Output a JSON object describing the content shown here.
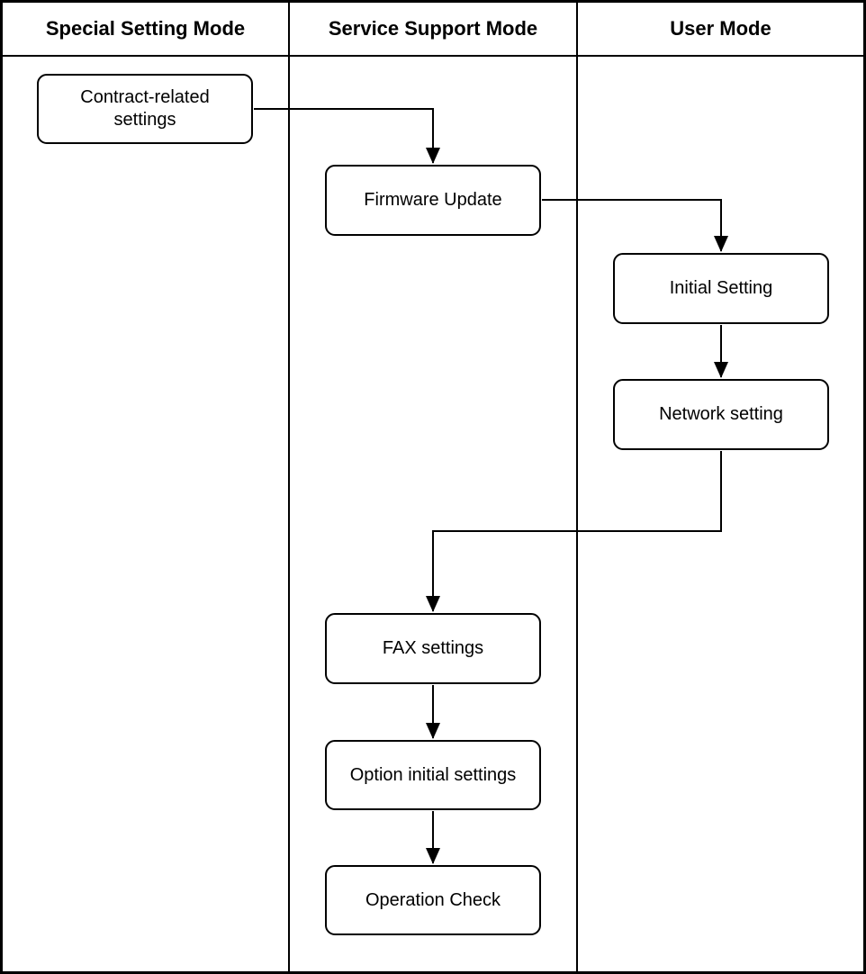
{
  "diagram": {
    "colors": {
      "background": "#ffffff",
      "line": "#000000",
      "node_fill": "#ffffff",
      "node_stroke": "#000000",
      "text": "#000000"
    },
    "lanes": [
      {
        "id": "special-setting-mode",
        "title": "Special Setting Mode"
      },
      {
        "id": "service-support-mode",
        "title": "Service Support Mode"
      },
      {
        "id": "user-mode",
        "title": "User Mode"
      }
    ],
    "nodes": [
      {
        "id": "contract-related-settings",
        "lane": "special-setting-mode",
        "label": "Contract-related settings"
      },
      {
        "id": "firmware-update",
        "lane": "service-support-mode",
        "label": "Firmware Update"
      },
      {
        "id": "initial-setting",
        "lane": "user-mode",
        "label": "Initial Setting"
      },
      {
        "id": "network-setting",
        "lane": "user-mode",
        "label": "Network setting"
      },
      {
        "id": "fax-settings",
        "lane": "service-support-mode",
        "label": "FAX settings"
      },
      {
        "id": "option-initial-settings",
        "lane": "service-support-mode",
        "label": "Option initial settings"
      },
      {
        "id": "operation-check",
        "lane": "service-support-mode",
        "label": "Operation Check"
      }
    ],
    "edges": [
      {
        "from": "contract-related-settings",
        "to": "firmware-update"
      },
      {
        "from": "firmware-update",
        "to": "initial-setting"
      },
      {
        "from": "initial-setting",
        "to": "network-setting"
      },
      {
        "from": "network-setting",
        "to": "fax-settings"
      },
      {
        "from": "fax-settings",
        "to": "option-initial-settings"
      },
      {
        "from": "option-initial-settings",
        "to": "operation-check"
      }
    ]
  }
}
